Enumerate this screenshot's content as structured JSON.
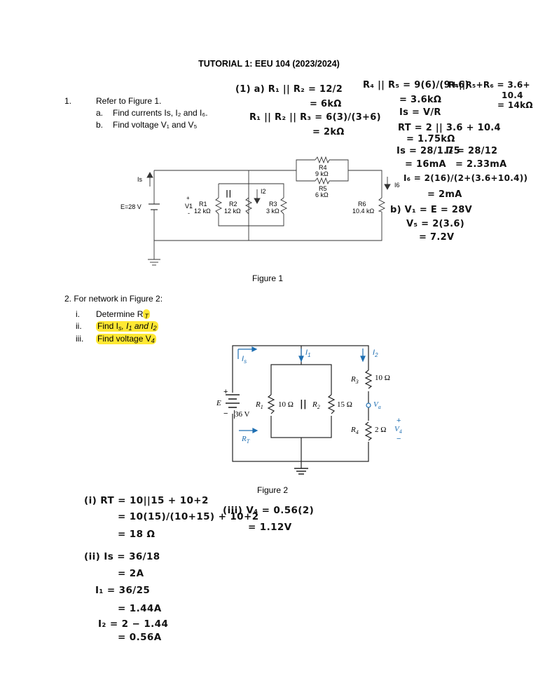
{
  "title": "TUTORIAL 1: EEU 104 (2023/2024)",
  "q1": {
    "number": "1.",
    "text": "Refer to Figure 1.",
    "a_marker": "a.",
    "a_text": "Find currents Is, I₂ and I₆.",
    "b_marker": "b.",
    "b_text": "Find voltage V₁ and V₅"
  },
  "figure1": {
    "caption": "Figure 1",
    "is_label": "Is",
    "source_label": "E=28 V",
    "v1_plus": "+",
    "v1_label": "V1",
    "v1_minus": "-",
    "r1_name": "R1",
    "r1_value": "12 kΩ",
    "r2_name": "R2",
    "r2_value": "12 kΩ",
    "r3_name": "R3",
    "r3_value": "3 kΩ",
    "r4_name": "R4",
    "r4_value": "9 kΩ",
    "r5_name": "R5",
    "r5_value": "6 kΩ",
    "r6_name": "R6",
    "r6_value": "10.4 kΩ",
    "i2_label": "I2",
    "i6_label": "I6",
    "parallel_mark": "||"
  },
  "q2": {
    "text": "2. For network in Figure 2:",
    "i_marker": "i.",
    "i_text": "Determine R",
    "i_sub": "T",
    "ii_marker": "ii.",
    "ii_text": "Find I",
    "ii_sub_s": "s",
    "ii_text2": ", I",
    "ii_sub_1": "1",
    "ii_text3": " and I",
    "ii_sub_2": "2",
    "iii_marker": "iii.",
    "iii_text": "Find voltage V",
    "iii_sub": "4"
  },
  "figure2": {
    "caption": "Figure 2",
    "is_label": "I",
    "is_sub": "s",
    "i1_label": "I",
    "i1_sub": "1",
    "i2_label": "I",
    "i2_sub": "2",
    "e_label": "E",
    "e_value": "36 V",
    "e_plus": "+",
    "e_minus": "−",
    "rt_label": "R",
    "rt_sub": "T",
    "r1_label": "R",
    "r1_sub": "1",
    "r1_value": "10 Ω",
    "r2_label": "R",
    "r2_sub": "2",
    "r2_value": "15 Ω",
    "r3_label": "R",
    "r3_sub": "3",
    "r3_value": "10 Ω",
    "r4_label": "R",
    "r4_sub": "4",
    "r4_value": "2 Ω",
    "va_label": "V",
    "va_sub": "a",
    "v4_label": "V",
    "v4_sub": "4",
    "v4_plus": "+",
    "v4_minus": "−",
    "parallel_mark": "||"
  },
  "handwriting": {
    "q1_a_1": "(1) a)  R₁ || R₂ = 12/2",
    "q1_a_2": "= 6kΩ",
    "q1_a_3": "R₁ || R₂ || R₃ = 6(3)/(3+6)",
    "q1_a_4": "= 2kΩ",
    "q1_r45_1": "R₄ || R₅ = 9(6)/(9+6)",
    "q1_r45_2": "= 3.6kΩ",
    "q1_r456_1": "R₄||R₅+R₆ = 3.6+",
    "q1_r456_2": "10.4",
    "q1_r456_3": "= 14kΩ",
    "q1_is_1": "Is = V/R",
    "q1_rt_1": "RT = 2 || 3.6 + 10.4",
    "q1_rt_2": "= 1.75kΩ",
    "q1_is_2": "Is = 28/1.75",
    "q1_is_3": "= 16mA",
    "q1_i2_1": "I₂ = 28/12",
    "q1_i2_2": "= 2.33mA",
    "q1_i6_1": "I₆ = 2(16)/(2+(3.6+10.4))",
    "q1_i6_2": "= 2mA",
    "q1_b_1": "b) V₁ = E = 28V",
    "q1_b_2": "V₅ = 2(3.6)",
    "q1_b_3": "= 7.2V",
    "q2_i_1": "(i) RT = 10||15 + 10+2",
    "q2_i_2": "= 10(15)/(10+15) + 10+2",
    "q2_i_3": "= 18 Ω",
    "q2_ii_1": "(ii) Is = 36/18",
    "q2_ii_2": "= 2A",
    "q2_ii_3": "I₁ = 36/25",
    "q2_ii_4": "= 1.44A",
    "q2_ii_5": "I₂ = 2 − 1.44",
    "q2_ii_6": "= 0.56A",
    "q2_iii_1": "(iii) V₄ = 0.56(2)",
    "q2_iii_2": "= 1.12V"
  },
  "colors": {
    "ink": "#111111",
    "highlight": "#ffe833",
    "figure2_blue": "#1f6fb2"
  }
}
